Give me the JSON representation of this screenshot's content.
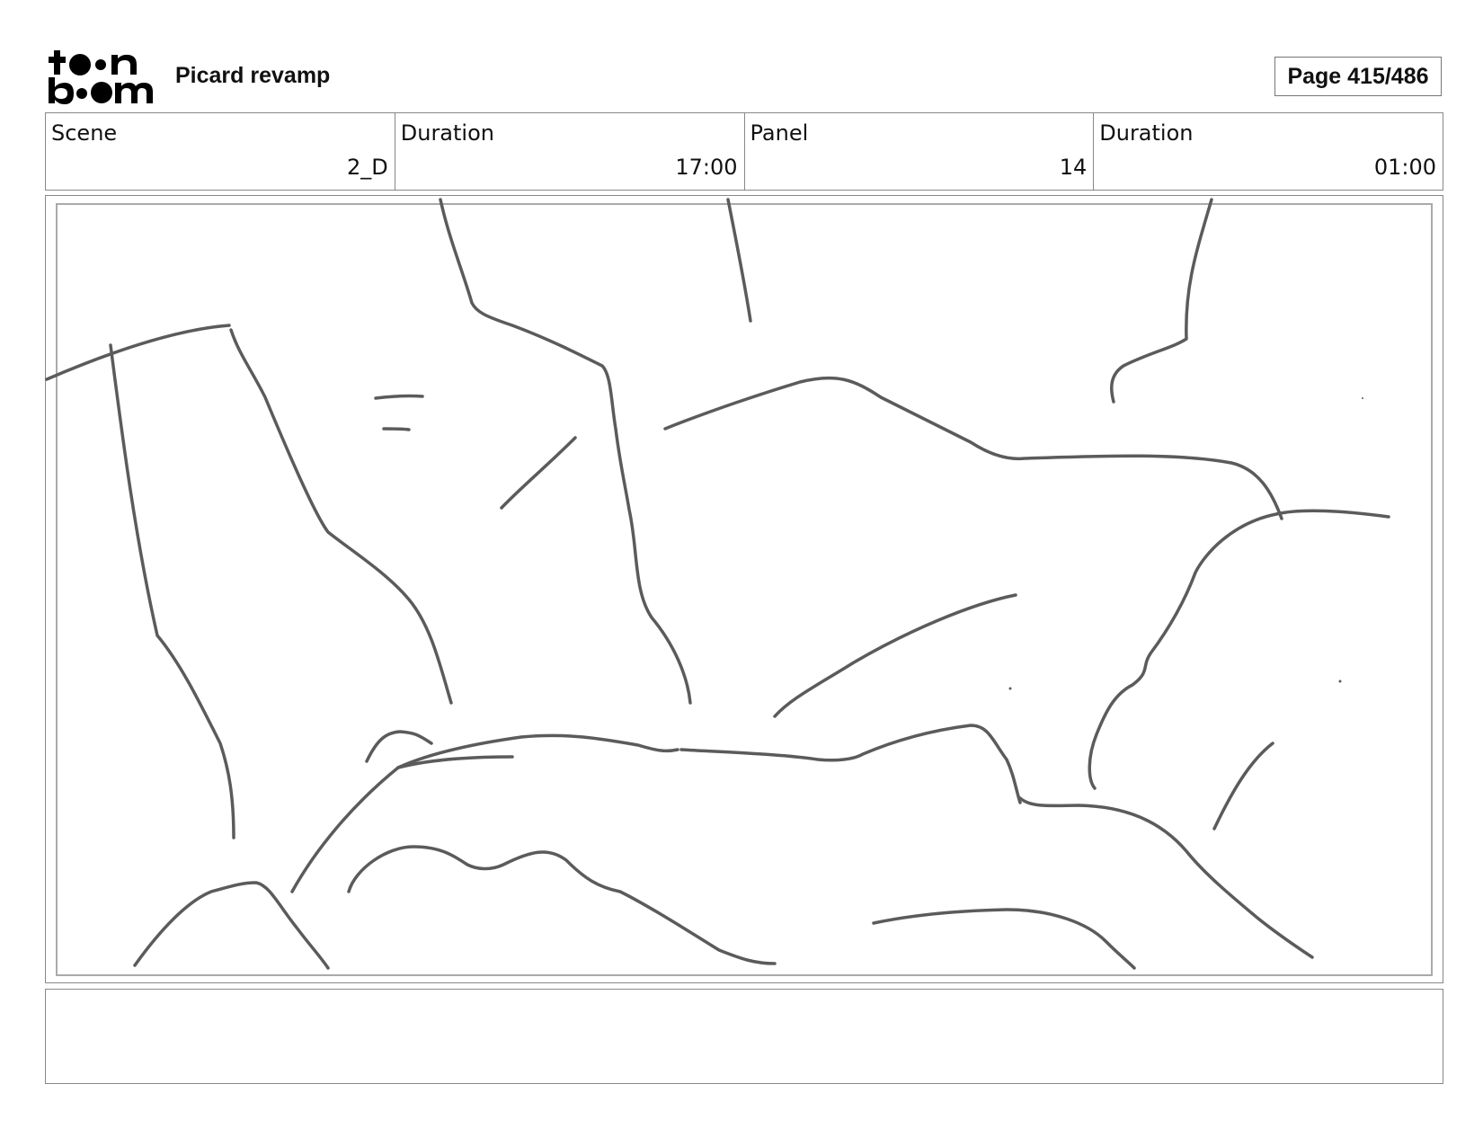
{
  "header": {
    "logo_text_top": "toon",
    "logo_text_bottom": "boom",
    "project_title": "Picard revamp",
    "page_label": "Page 415/486"
  },
  "info": {
    "scene_label": "Scene",
    "scene_value": "2_D",
    "scene_duration_label": "Duration",
    "scene_duration_value": "17:00",
    "panel_label": "Panel",
    "panel_value": "14",
    "panel_duration_label": "Duration",
    "panel_duration_value": "01:00"
  },
  "notes": {
    "text": ""
  }
}
